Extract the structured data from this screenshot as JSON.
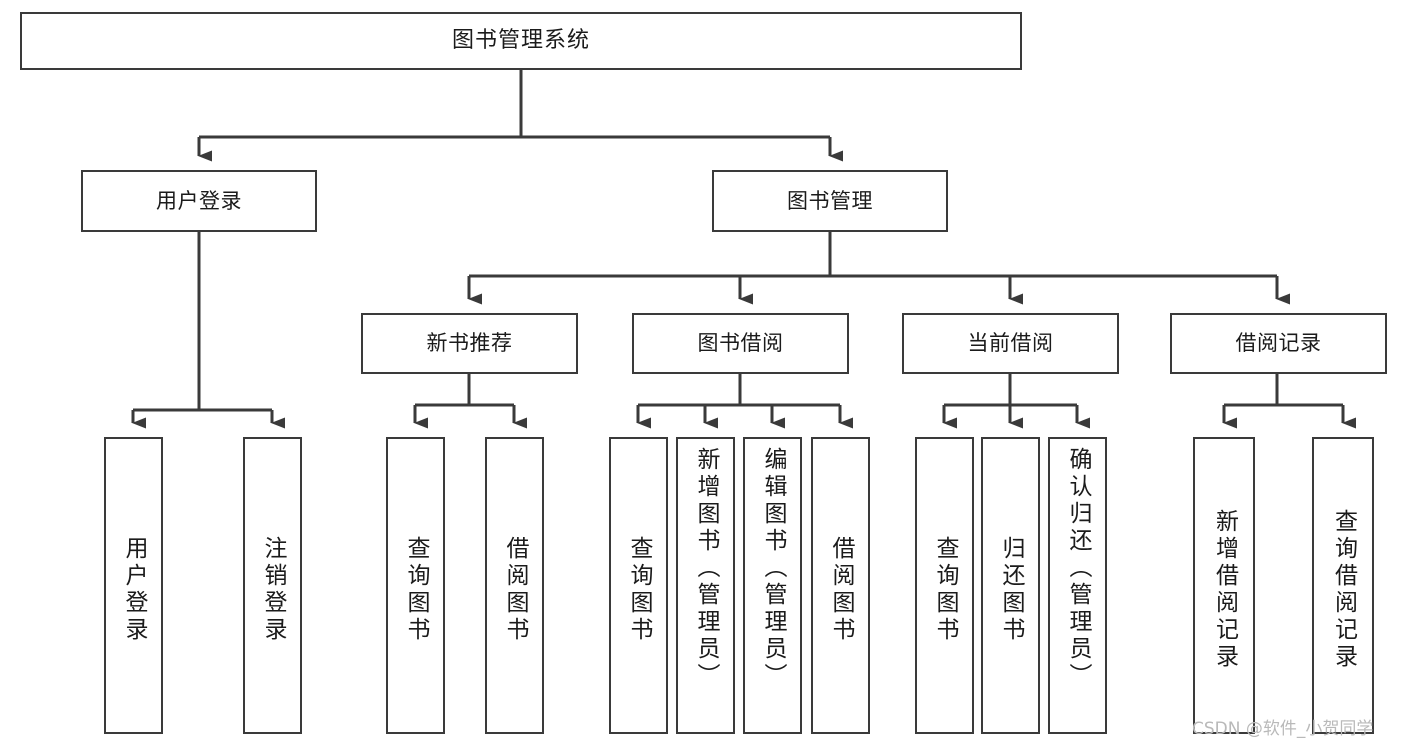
{
  "diagram": {
    "type": "tree",
    "title": "图书管理系统",
    "watermark": "CSDN @软件_小贺同学",
    "colors": {
      "box_border": "#3a3a3a",
      "box_fill": "#ffffff",
      "connector": "#3a3a3a",
      "text": "#1b1b1b",
      "watermark": "#b9b9b9",
      "background": "#ffffff"
    },
    "root": {
      "label": "图书管理系统"
    },
    "level2": [
      {
        "label": "用户登录"
      },
      {
        "label": "图书管理"
      }
    ],
    "level3": [
      {
        "label": "新书推荐"
      },
      {
        "label": "图书借阅"
      },
      {
        "label": "当前借阅"
      },
      {
        "label": "借阅记录"
      }
    ],
    "leaves": {
      "user_login": [
        {
          "label": "用户登录"
        },
        {
          "label": "注销登录"
        }
      ],
      "new_book": [
        {
          "label": "查询图书"
        },
        {
          "label": "借阅图书"
        }
      ],
      "book_borrow": [
        {
          "label": "查询图书"
        },
        {
          "label": "新增图书（管理员）"
        },
        {
          "label": "编辑图书（管理员）"
        },
        {
          "label": "借阅图书"
        }
      ],
      "current_borrow": [
        {
          "label": "查询图书"
        },
        {
          "label": "归还图书"
        },
        {
          "label": "确认归还（管理员）"
        }
      ],
      "borrow_record": [
        {
          "label": "新增借阅记录"
        },
        {
          "label": "查询借阅记录"
        }
      ]
    }
  }
}
